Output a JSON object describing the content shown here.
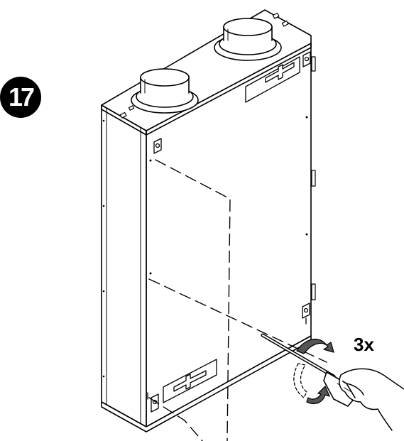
{
  "step": {
    "number": "17"
  },
  "instruction": {
    "repeat_count": "3x"
  },
  "icons": [
    "step-number-badge",
    "ventilation-unit",
    "screwdriver",
    "rotation-arrow-icon",
    "hand"
  ],
  "colors": {
    "line": "#000000",
    "background": "#ffffff",
    "arrow_fill": "#555555"
  }
}
